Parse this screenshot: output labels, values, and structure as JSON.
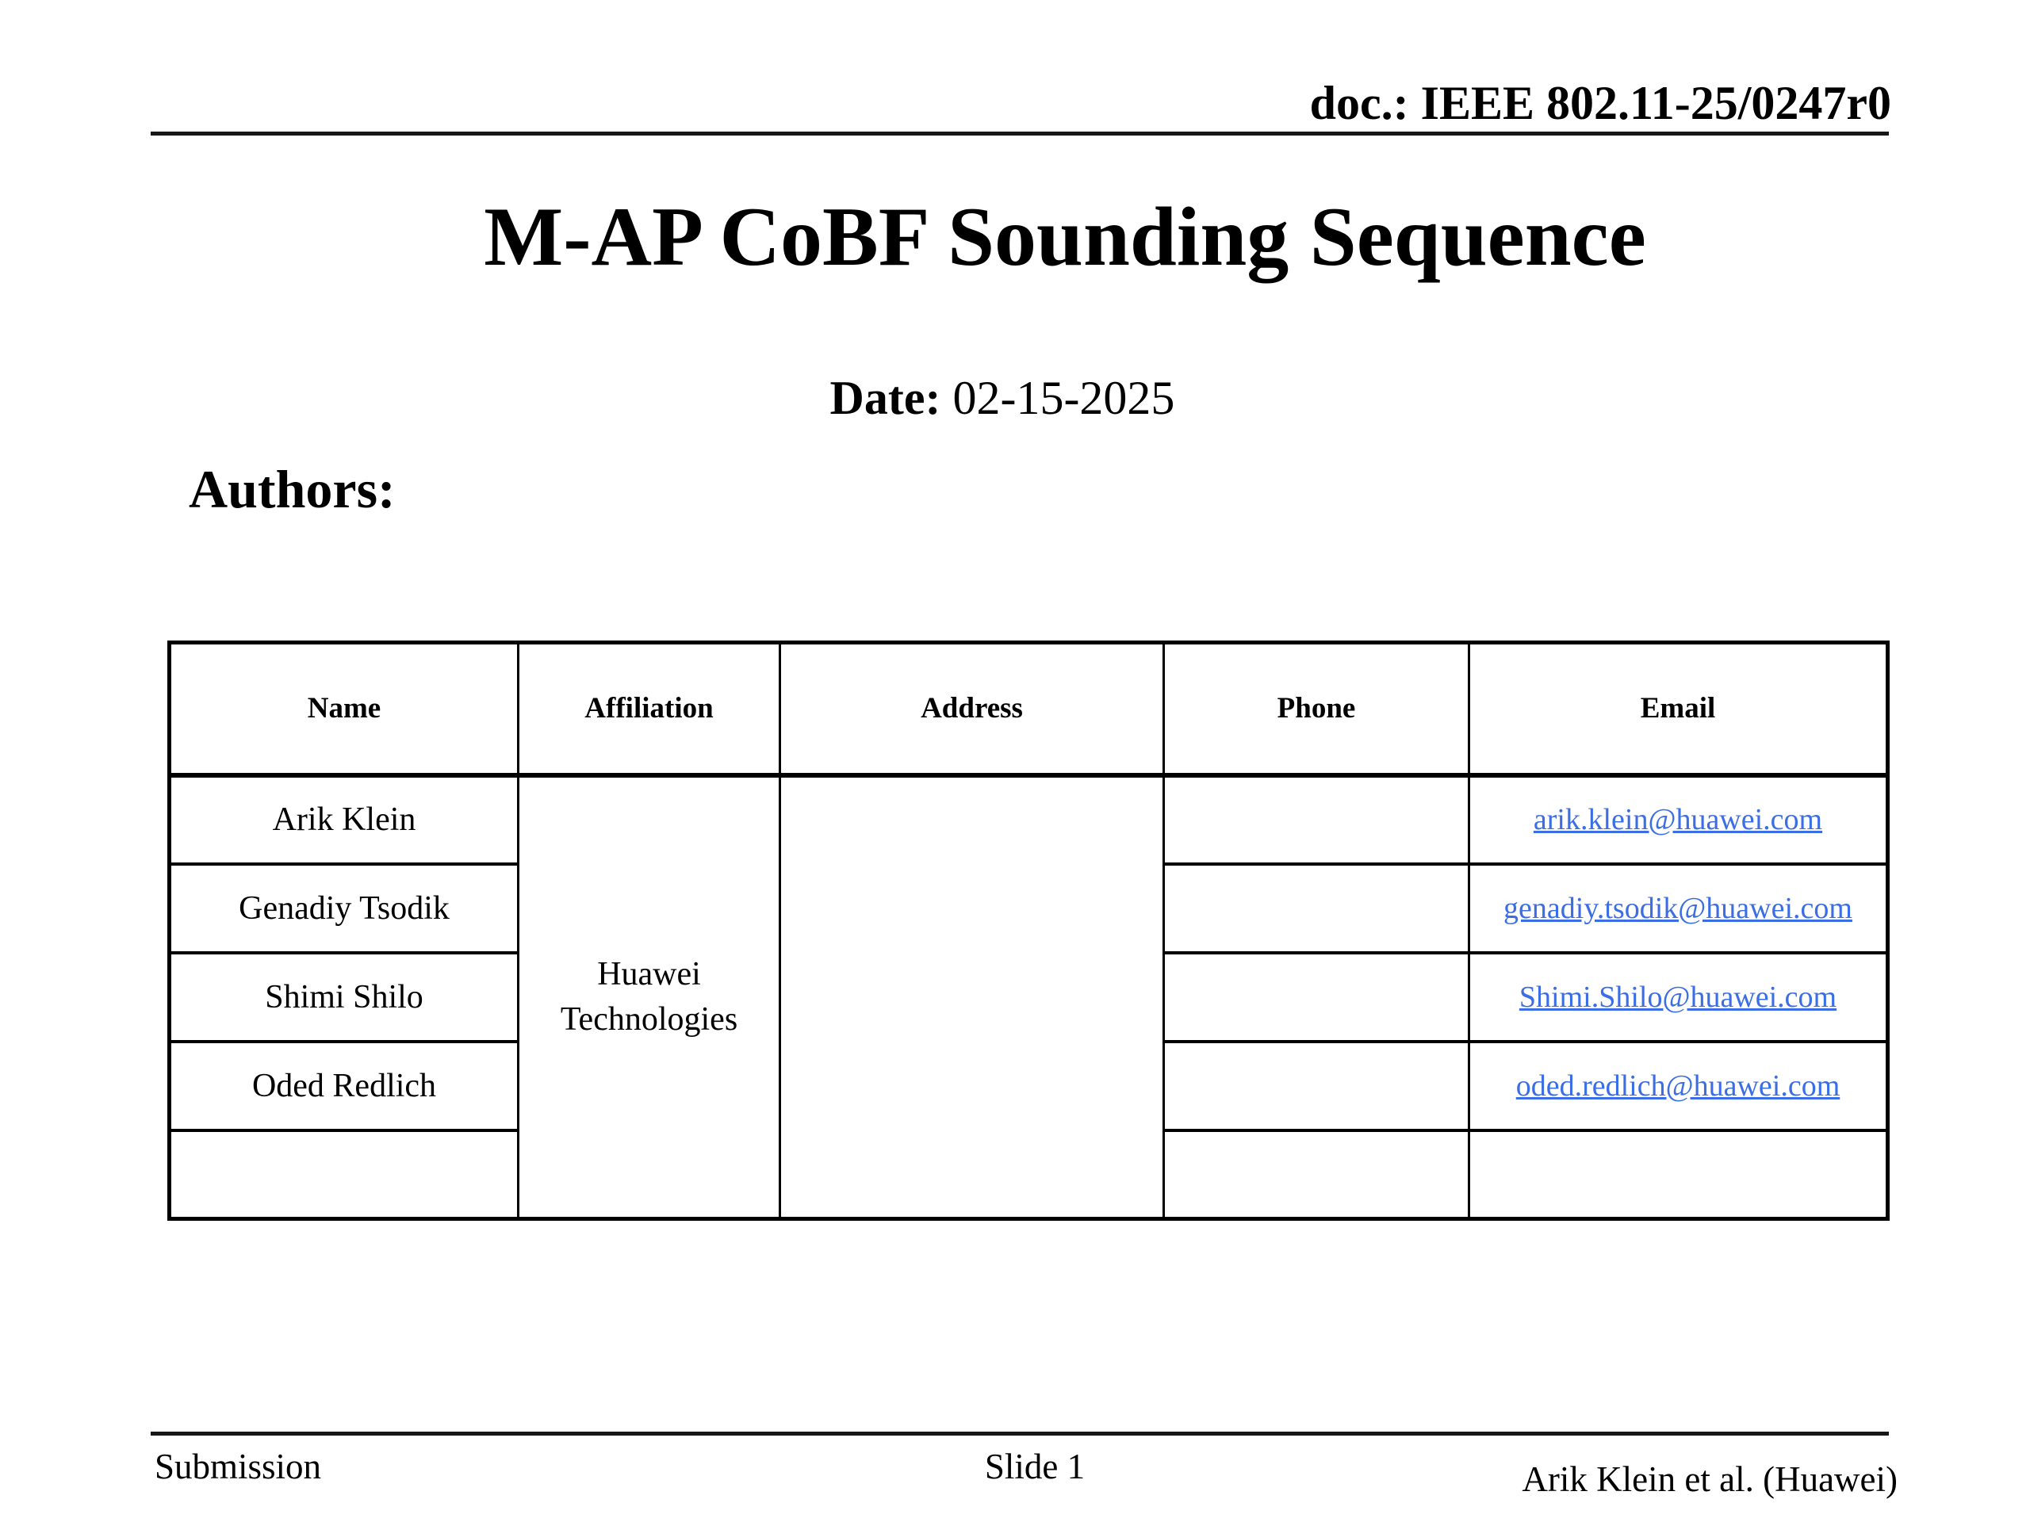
{
  "header": {
    "doc_label": "doc.: IEEE 802.11-25/0247r0"
  },
  "title": "M-AP CoBF Sounding Sequence",
  "date": {
    "label": "Date:",
    "value": "02-15-2025"
  },
  "authors_label": "Authors:",
  "authors_table": {
    "columns": [
      "Name",
      "Affiliation",
      "Address",
      "Phone",
      "Email"
    ],
    "affiliation": "Huawei Technologies",
    "address": "",
    "rows": [
      {
        "name": "Arik Klein",
        "phone": "",
        "email": "arik.klein@huawei.com"
      },
      {
        "name": "Genadiy Tsodik",
        "phone": "",
        "email": "genadiy.tsodik@huawei.com"
      },
      {
        "name": "Shimi Shilo",
        "phone": "",
        "email": "Shimi.Shilo@huawei.com"
      },
      {
        "name": "Oded Redlich",
        "phone": "",
        "email": "oded.redlich@huawei.com"
      },
      {
        "name": "",
        "phone": "",
        "email": ""
      }
    ]
  },
  "footer": {
    "left": "Submission",
    "center": "Slide 1",
    "right": "Arik Klein et al. (Huawei)"
  },
  "colors": {
    "text": "#000000",
    "link": "#3B6EE4",
    "rule": "#161616",
    "background": "#ffffff"
  }
}
